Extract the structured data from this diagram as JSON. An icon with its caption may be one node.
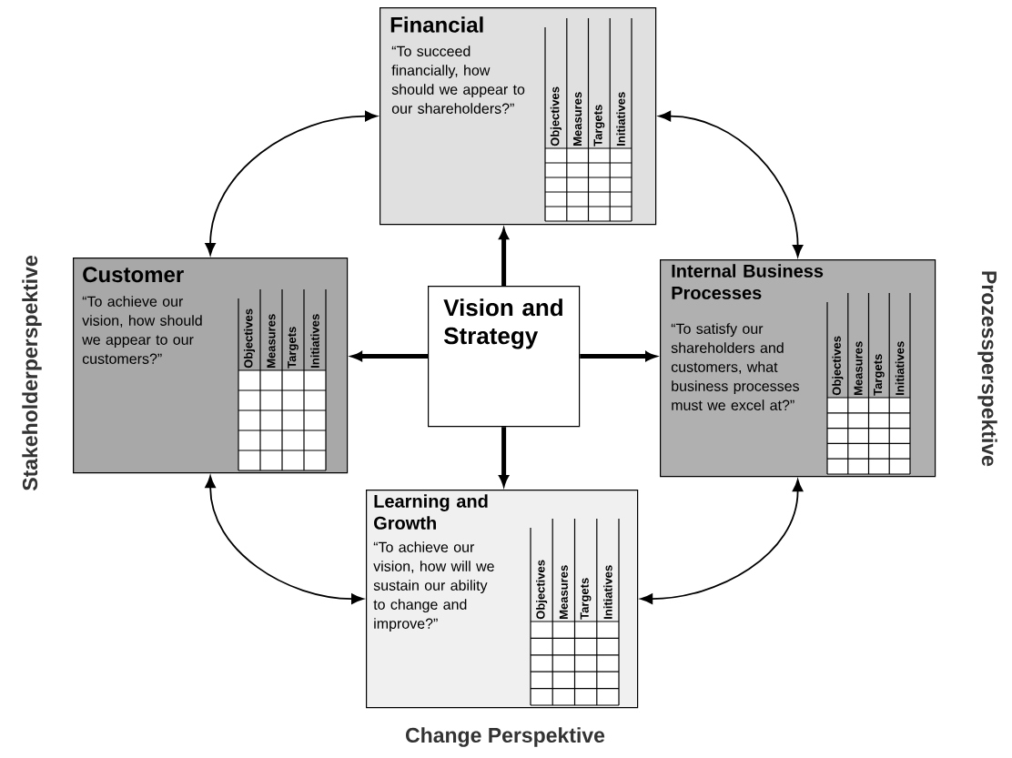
{
  "diagram": {
    "nodes": [
      {
        "text": [
          "Financial",
          "“To succeed financially, how should we appear to our shareholders?”",
          "Objectives",
          "Measures",
          "Targets",
          "Initiatives"
        ]
      },
      {
        "text": [
          "Customer",
          "“To achieve our vision, how should we appear to our customers?”",
          "Objectives",
          "Measures",
          "Targets",
          "Initiatives"
        ]
      },
      {
        "text": [
          "Vision and Strategy"
        ]
      },
      {
        "text": [
          "Internal Business Processes",
          "“To satisfy our shareholders and customers, what business processes must we excel at?”",
          "Objectives",
          "Measures",
          "Targets",
          "Initiatives"
        ]
      },
      {
        "text": [
          "Learning and Growth",
          "“To achieve our vision, how will we sustain our ability to change and improve?”",
          "Objectives",
          "Measures",
          "Targets",
          "Initiatives"
        ]
      }
    ],
    "edges": [
      {
        "from": 0,
        "to": 1,
        "arrow": "both"
      },
      {
        "from": 0,
        "to": 3,
        "arrow": "both"
      },
      {
        "from": 3,
        "to": 4,
        "arrow": "both"
      },
      {
        "from": 4,
        "to": 1,
        "arrow": "both"
      },
      {
        "from": 2,
        "to": 0,
        "arrow": "to",
        "style": "thick"
      },
      {
        "from": 2,
        "to": 1,
        "arrow": "to",
        "style": "thick"
      },
      {
        "from": 2,
        "to": 3,
        "arrow": "to",
        "style": "thick"
      },
      {
        "from": 2,
        "to": 4,
        "arrow": "to",
        "style": "thick"
      }
    ],
    "labels": [
      "Stakeholderperspektive",
      "Prozessperspektive",
      "Change Perspektive"
    ]
  }
}
